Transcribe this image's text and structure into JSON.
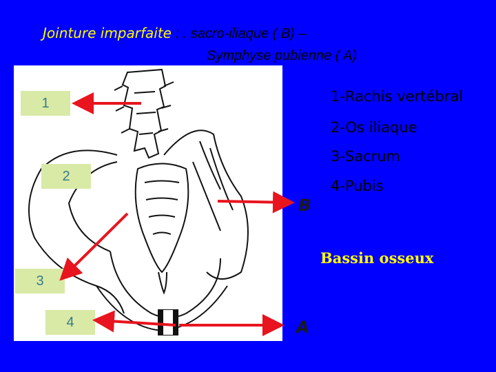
{
  "title": {
    "emphasis": "Jointure imparfaite",
    "rest_line1": " : . sacro-iliaque ( B) –",
    "rest_line2": "Symphyse pubienne (  A)"
  },
  "labels": {
    "box1": "1",
    "box2": "2",
    "box3": "3",
    "box4": "4",
    "letter_b": "B",
    "letter_a": "A"
  },
  "legend": [
    "1-Rachis vertébral",
    "2-Os iliaque",
    "3-Sacrum",
    "4-Pubis"
  ],
  "caption": "Bassin osseux",
  "colors": {
    "background": "#0000ff",
    "title_emphasis": "#ffff00",
    "label_box": "#d8eaa6",
    "label_text": "#3a7a8a",
    "arrow": "#e8141e",
    "caption": "#ffff00"
  }
}
